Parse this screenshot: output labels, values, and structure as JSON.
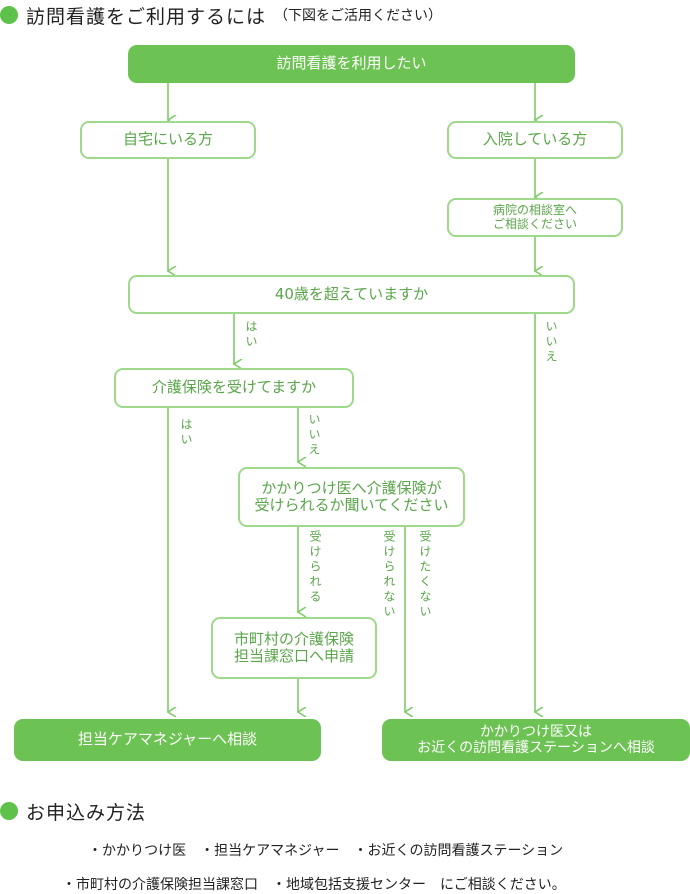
{
  "header": {
    "title": "訪問看護をご利用するには",
    "subtitle": "（下図をご活用ください）"
  },
  "flow": {
    "start": "訪問看護を利用したい",
    "at_home": "自宅にいる方",
    "inpatient": "入院している方",
    "hospital_consult": [
      "病院の相談室へ",
      "ご相談ください"
    ],
    "age_question": "40歳を超えていますか",
    "age_yes": "はい",
    "age_no": "いいえ",
    "insurance_question": "介護保険を受けてますか",
    "ins_yes": "はい",
    "ins_no": "いいえ",
    "doctor_question": [
      "かかりつけ医へ介護保険が",
      "受けられるか聞いてください"
    ],
    "can_receive": "受けられる",
    "cannot_receive": "受けられない",
    "not_wanted": "受けたくない",
    "municipal": [
      "市町村の介護保険",
      "担当課窓口へ申請"
    ],
    "care_manager": "担当ケアマネジャーへ相談",
    "doctor_station": [
      "かかりつけ医又は",
      "お近くの訪問看護ステーションへ相談"
    ]
  },
  "howto": {
    "title": "お申込み方法",
    "line1": "・かかりつけ医　・担当ケアマネジャー　・お近くの訪問看護ステーション",
    "line2": "・市町村の介護保険担当課窓口　・地域包括支援センター　にご相談ください。"
  },
  "colors": {
    "green": "#6cc253",
    "border": "#9fd98b",
    "text_green": "#5aa64a"
  }
}
